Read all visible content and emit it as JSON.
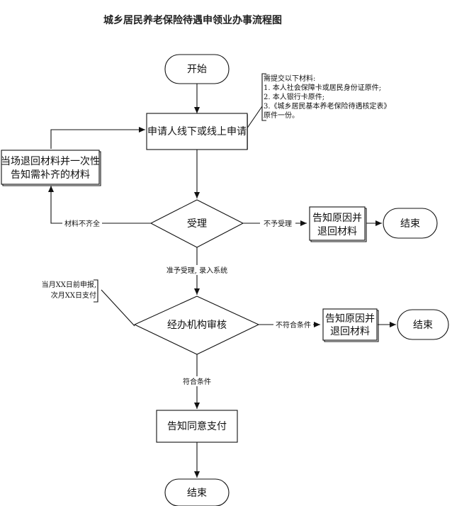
{
  "title": "城乡居民养老保险待遇申领业办事流程图",
  "nodes": {
    "start": "开始",
    "apply": "申请人线下或线上申请",
    "return_materials_line1": "当场退回材料并一次性",
    "return_materials_line2": "告知需补齐的材料",
    "accept": "受理",
    "reject_notice1_line1": "告知原因并",
    "reject_notice1_line2": "退回材料",
    "end1": "结束",
    "review": "经办机构审核",
    "reject_notice2_line1": "告知原因并",
    "reject_notice2_line2": "退回材料",
    "end2": "结束",
    "approve_pay": "告知同意支付",
    "end3": "结束"
  },
  "notes": {
    "materials": [
      "需提交以下材料:",
      "1. 本人社会保障卡或居民身份证原件;",
      "2. 本人银行卡原件;",
      "3.《城乡居民基本养老保险待遇核定表》",
      "原件一份。"
    ],
    "payment_timing": [
      "当月XX日前申报,",
      "次月XX日支付"
    ]
  },
  "edges": {
    "incomplete": "材料不齐全",
    "not_accepted": "不予受理",
    "accepted": "准予受理, 录入系统",
    "not_qualified": "不符合条件",
    "qualified": "符合条件"
  },
  "colors": {
    "line": "#111111",
    "background": "#ffffff"
  }
}
